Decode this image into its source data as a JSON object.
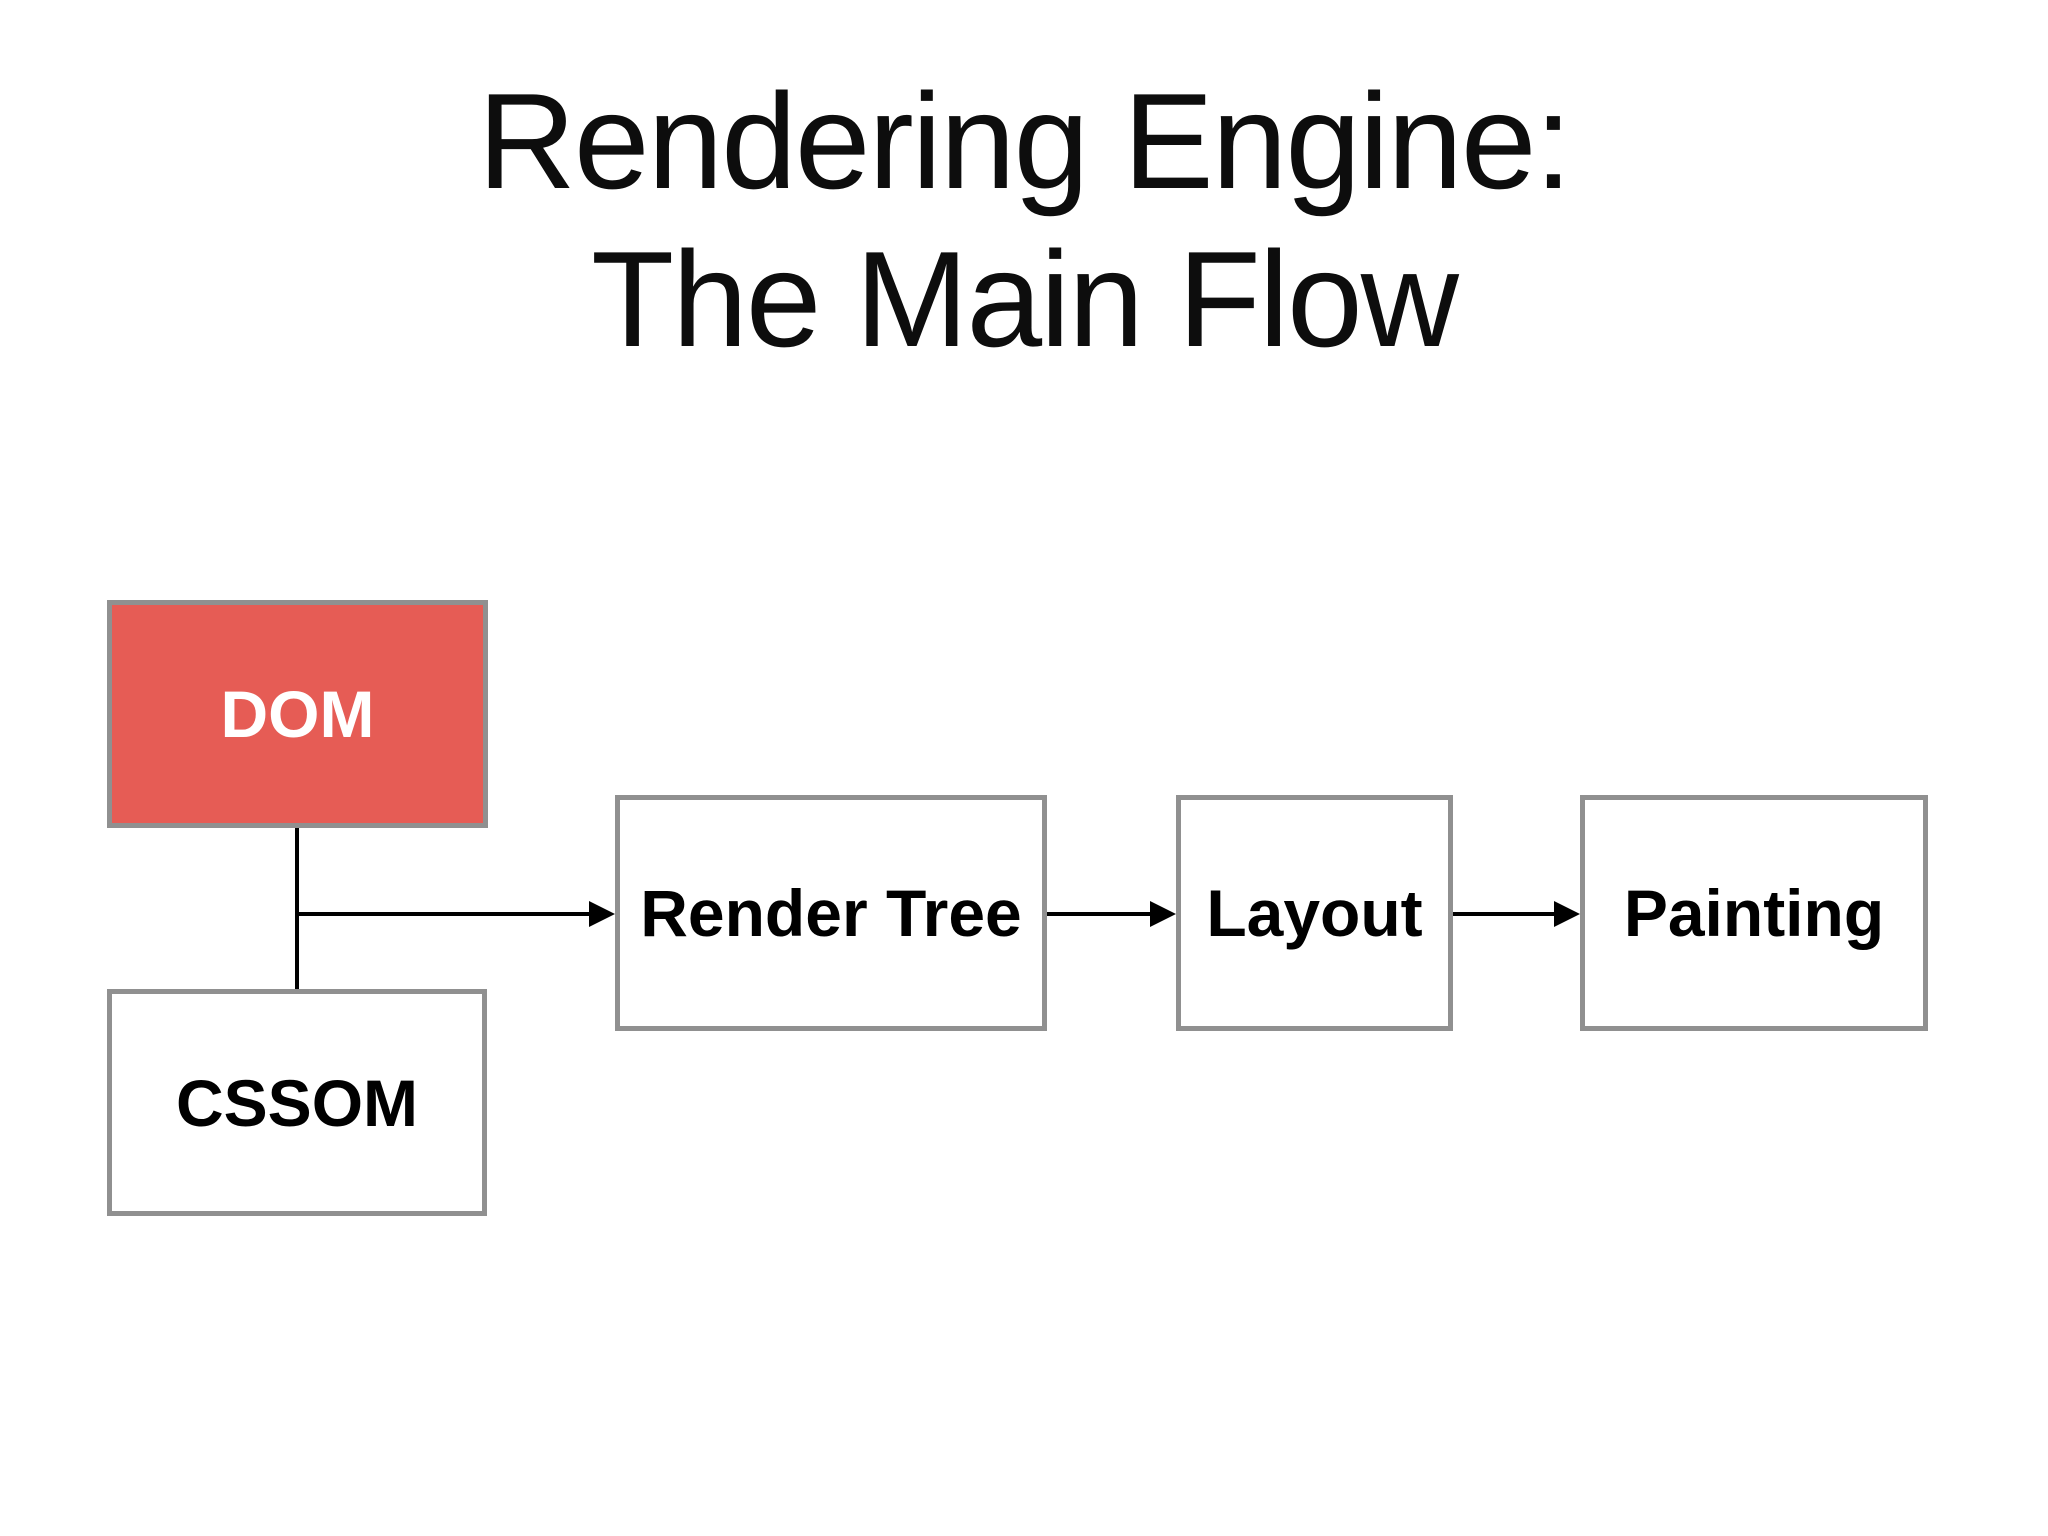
{
  "slide": {
    "background_color": "#ffffff",
    "title": {
      "line1": "Rendering Engine:",
      "line2": "The Main Flow"
    }
  },
  "diagram": {
    "border_color": "#909090",
    "connector_color": "#000000",
    "accent_color": "#E65C55",
    "nodes": [
      {
        "id": "dom",
        "label": "DOM",
        "fill": "#E65C55",
        "text_color": "#ffffff"
      },
      {
        "id": "cssom",
        "label": "CSSOM",
        "fill": "#ffffff",
        "text_color": "#000000"
      },
      {
        "id": "render_tree",
        "label": "Render Tree",
        "fill": "#ffffff",
        "text_color": "#000000"
      },
      {
        "id": "layout",
        "label": "Layout",
        "fill": "#ffffff",
        "text_color": "#000000"
      },
      {
        "id": "painting",
        "label": "Painting",
        "fill": "#ffffff",
        "text_color": "#000000"
      }
    ],
    "connections": [
      {
        "from": "dom",
        "to": "cssom",
        "type": "plain-vertical"
      },
      {
        "from": "dom_cssom",
        "to": "render_tree",
        "type": "arrow"
      },
      {
        "from": "render_tree",
        "to": "layout",
        "type": "arrow"
      },
      {
        "from": "layout",
        "to": "painting",
        "type": "arrow"
      }
    ]
  }
}
